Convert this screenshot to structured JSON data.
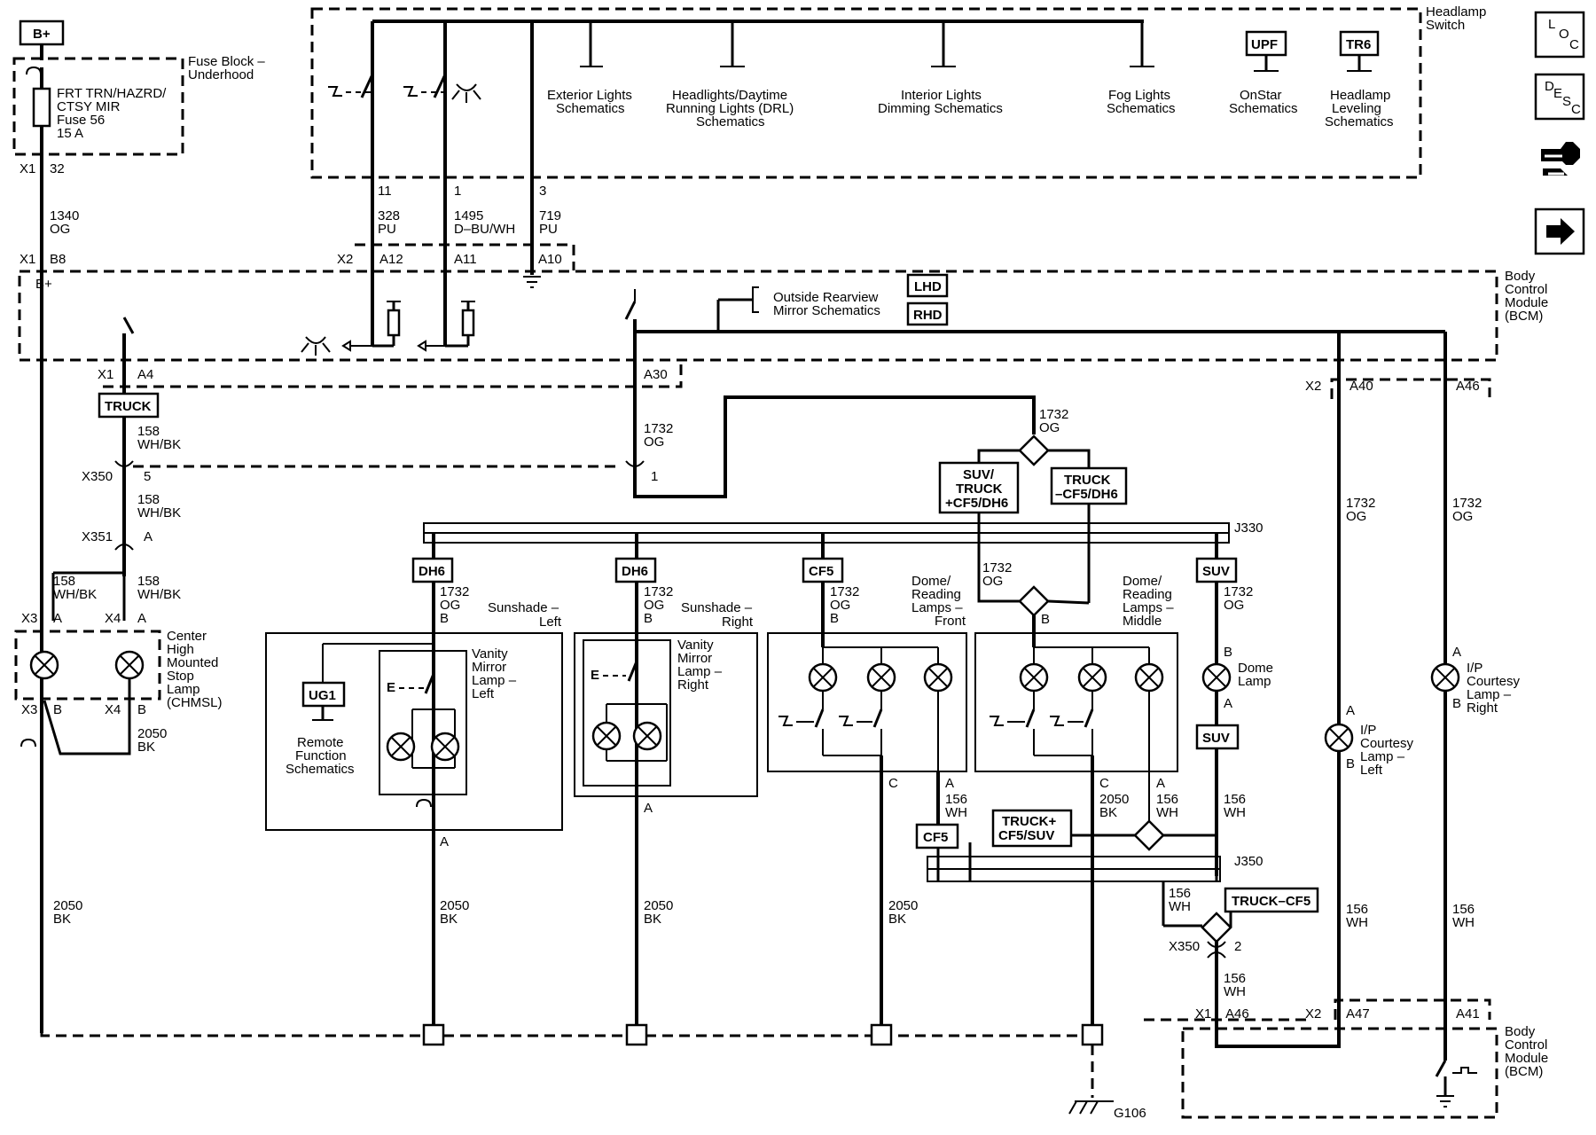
{
  "nav": {
    "loc": [
      "L",
      "O",
      "C"
    ],
    "desc": [
      "D",
      "E",
      "S",
      "C"
    ]
  },
  "labels": {
    "bplus": "B+",
    "fuse_block": [
      "Fuse Block –",
      "Underhood"
    ],
    "fuse": [
      "FRT TRN/HAZRD/",
      "CTSY MIR",
      "Fuse 56",
      "15 A"
    ],
    "headlamp_switch": [
      "Headlamp",
      "Switch"
    ],
    "ext_lights": [
      "Exterior Lights",
      "Schematics"
    ],
    "headlights_drl": [
      "Headlights/Daytime",
      "Running Lights (DRL)",
      "Schematics"
    ],
    "interior_lights": [
      "Interior Lights",
      "Dimming Schematics"
    ],
    "fog_lights": [
      "Fog Lights",
      "Schematics"
    ],
    "onstar": [
      "OnStar",
      "Schematics"
    ],
    "headlamp_leveling": [
      "Headlamp",
      "Leveling",
      "Schematics"
    ],
    "upf": "UPF",
    "tr6": "TR6",
    "bcm": [
      "Body",
      "Control",
      "Module",
      "(BCM)"
    ],
    "outside_mirror": [
      "Outside Rearview",
      "Mirror Schematics"
    ],
    "lhd": "LHD",
    "rhd": "RHD",
    "truck": "TRUCK",
    "chmsl": [
      "Center",
      "High",
      "Mounted",
      "Stop",
      "Lamp",
      "(CHMSL)"
    ],
    "suv_truck": [
      "SUV/",
      "TRUCK",
      "+CF5/DH6"
    ],
    "truck_cf5dh6": [
      "TRUCK",
      "–CF5/DH6"
    ],
    "j330": "J330",
    "j350": "J350",
    "dh6": "DH6",
    "cf5": "CF5",
    "suv": "SUV",
    "ug1": "UG1",
    "remote_func": [
      "Remote",
      "Function",
      "Schematics"
    ],
    "sunshade_left": [
      "Sunshade –",
      "Left"
    ],
    "sunshade_right": [
      "Sunshade –",
      "Right"
    ],
    "vanity_left": [
      "Vanity",
      "Mirror",
      "Lamp –",
      "Left"
    ],
    "vanity_right": [
      "Vanity",
      "Mirror",
      "Lamp –",
      "Right"
    ],
    "dome_front": [
      "Dome/",
      "Reading",
      "Lamps –",
      "Front"
    ],
    "dome_middle": [
      "Dome/",
      "Reading",
      "Lamps –",
      "Middle"
    ],
    "dome_lamp": [
      "Dome",
      "Lamp"
    ],
    "ip_left": [
      "I/P",
      "Courtesy",
      "Lamp –",
      "Left"
    ],
    "ip_right": [
      "I/P",
      "Courtesy",
      "Lamp –",
      "Right"
    ],
    "truck_plus": [
      "TRUCK+",
      "CF5/SUV"
    ],
    "truck_minus_cf5": "TRUCK–CF5",
    "g106": "G106"
  },
  "wires": {
    "w1340": [
      "1340",
      "OG"
    ],
    "w328": [
      "328",
      "PU"
    ],
    "w1495": [
      "1495",
      "D–BU/WH"
    ],
    "w719": [
      "719",
      "PU"
    ],
    "w158": [
      "158",
      "WH/BK"
    ],
    "w1732": [
      "1732",
      "OG"
    ],
    "w2050": [
      "2050",
      "BK"
    ],
    "w156": [
      "156",
      "WH"
    ]
  },
  "connectors": {
    "x1": "X1",
    "x2": "X2",
    "x3": "X3",
    "x4": "X4",
    "x350": "X350",
    "x351": "X351",
    "p32": "32",
    "pB8": "B8",
    "pA12": "A12",
    "pA11": "A11",
    "pA10": "A10",
    "p11": "11",
    "p1": "1",
    "p3": "3",
    "pA4": "A4",
    "pA30": "A30",
    "pA40": "A40",
    "pA46": "A46",
    "pA47": "A47",
    "pA41": "A41",
    "p5": "5",
    "pA": "A",
    "pB": "B",
    "pC": "C",
    "p2": "2"
  }
}
